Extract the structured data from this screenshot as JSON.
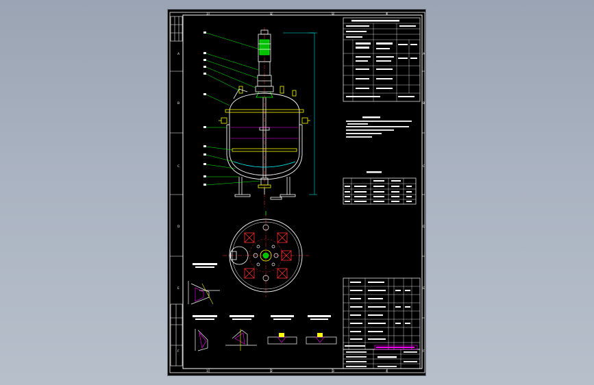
{
  "colors": {
    "background": "#a7b0bf",
    "sheet": "#000000",
    "frame": "#ffffff",
    "outline": "#ffffff",
    "leader": "#00ff00",
    "centerline": "#ff3030",
    "nozzle": "#ffff00",
    "hatch": "#ff00ff",
    "dim": "#00ffff"
  },
  "frame_labels": {
    "top": [
      "1",
      "2",
      "3",
      "4"
    ],
    "bottom": [
      "1",
      "2",
      "3",
      "4"
    ],
    "left": [
      "A",
      "B",
      "C",
      "D",
      "E",
      "F"
    ],
    "right": [
      "A",
      "B",
      "C",
      "D",
      "E",
      "F"
    ]
  },
  "views": {
    "elevation": "main-elevation-view",
    "plan": "top-plan-view",
    "details": [
      "detail-1",
      "detail-2",
      "detail-3",
      "detail-4",
      "detail-5"
    ]
  },
  "icons": {
    "motor": "motor-icon",
    "vessel": "vessel-icon"
  }
}
